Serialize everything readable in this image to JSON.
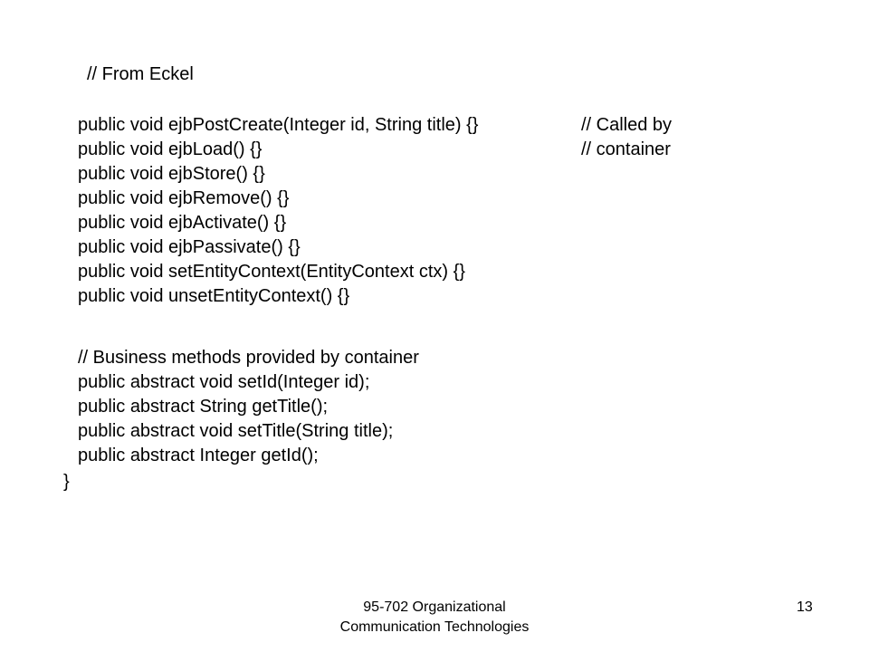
{
  "code": {
    "header_comment": "// From Eckel",
    "lines": [
      "public void ejbPostCreate(Integer id, String title) {}",
      "public void ejbLoad() {}",
      "public void ejbStore() {}",
      "public void ejbRemove() {}",
      "public void ejbActivate() {}",
      "public void ejbPassivate() {}",
      "public void setEntityContext(EntityContext ctx) {}",
      "public void unsetEntityContext() {}"
    ],
    "side_comments": [
      "// Called by",
      "// container"
    ],
    "section_comment": "// Business methods provided by container",
    "business_lines": [
      "public abstract void setId(Integer id);",
      "public abstract String getTitle();",
      "public abstract void setTitle(String title);",
      "public abstract Integer getId();"
    ],
    "closing_brace": "}"
  },
  "footer": {
    "line1": "95-702 Organizational",
    "line2": "Communication Technologies",
    "page_number": "13"
  }
}
